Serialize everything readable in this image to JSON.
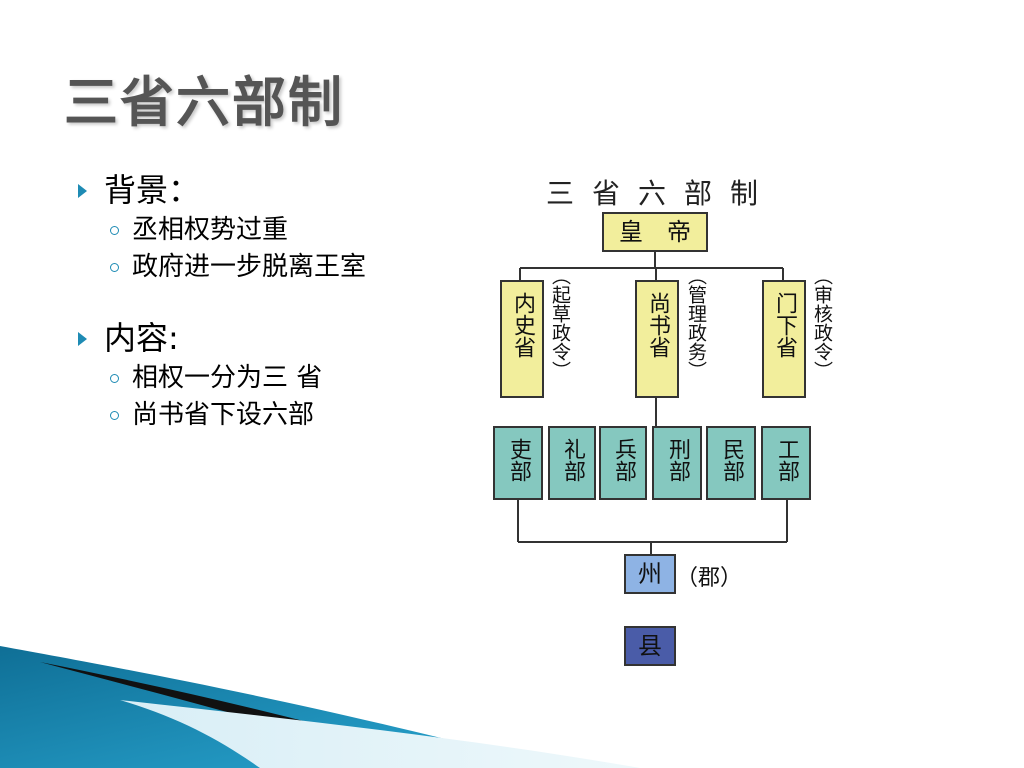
{
  "slide": {
    "title": "三省六部制"
  },
  "bullets": {
    "section1": {
      "heading": "背景：",
      "items": [
        "丞相权势过重",
        "政府进一步脱离王室"
      ]
    },
    "section2": {
      "heading": "内容:",
      "items": [
        "相权一分为三 省",
        "尚书省下设六部"
      ]
    }
  },
  "diagram": {
    "title": "三省六部制",
    "emperor": "皇　帝",
    "departments": [
      {
        "name": "内史省",
        "role": "（起草政令）"
      },
      {
        "name": "尚书省",
        "role": "（管理政务）"
      },
      {
        "name": "门下省",
        "role": "（审核政令）"
      }
    ],
    "ministries": [
      "吏部",
      "礼部",
      "兵部",
      "刑部",
      "民部",
      "工部"
    ],
    "prefecture": "州",
    "prefecture_note": "（郡）",
    "county": "县"
  },
  "colors": {
    "accent": "#1e8bb4",
    "province_fill": "#f2ee9c",
    "ministry_fill": "#85c8bf",
    "prefecture_fill": "#8eb3e4",
    "county_fill": "#4a5ca8"
  }
}
